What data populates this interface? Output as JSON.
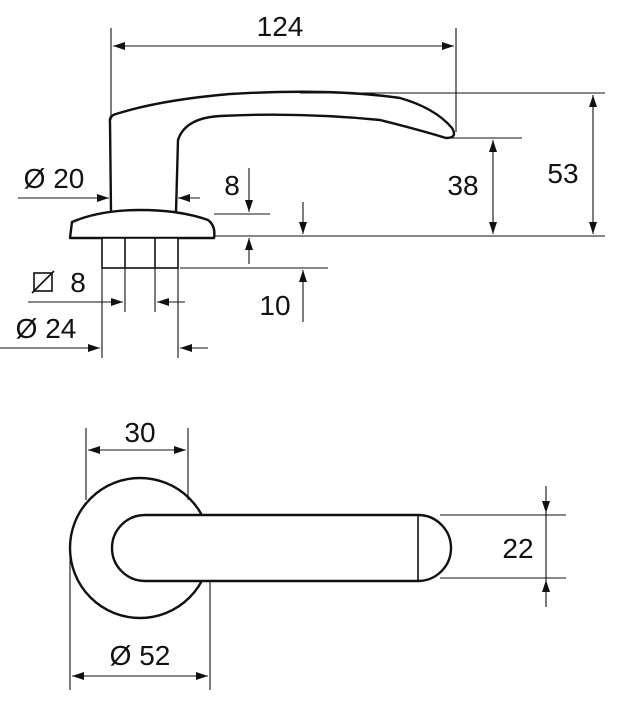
{
  "diagram": {
    "side_view": {
      "dims": {
        "length": "124",
        "height_total": "53",
        "height_lever": "38",
        "neck_diameter": "Ø 20",
        "rose_thickness": "8",
        "spindle_square": "8",
        "spindle_square_symbol": "square-symbol-icon",
        "shank_length": "10",
        "shank_diameter": "Ø 24"
      }
    },
    "top_view": {
      "dims": {
        "offset": "30",
        "width": "22",
        "rose_diameter": "Ø 52"
      }
    }
  }
}
